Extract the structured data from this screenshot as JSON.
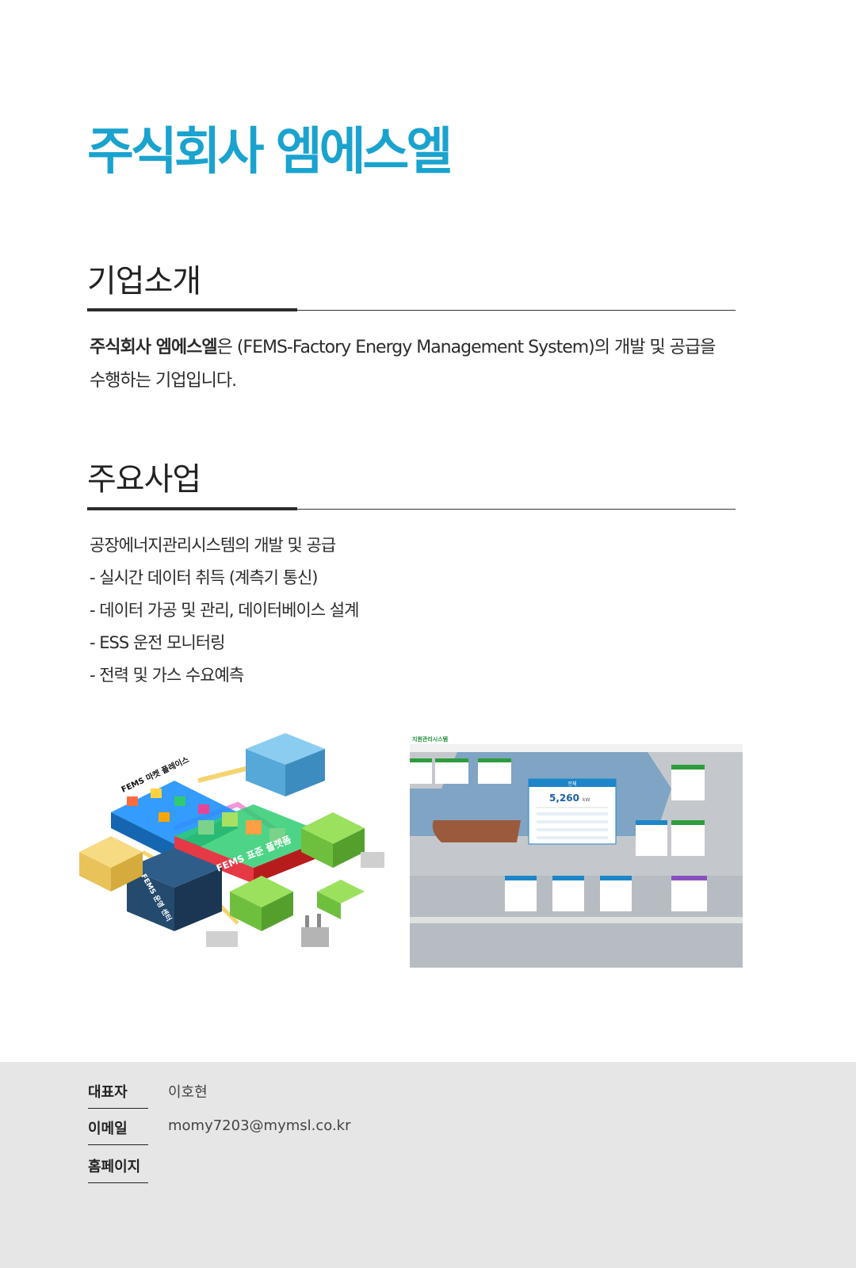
{
  "header": {
    "company_name": "주식회사 엠에스엘"
  },
  "about": {
    "title": "기업소개",
    "company_bold": "주식회사 엠에스엘",
    "text_line1": "은 (FEMS-Factory Energy Management System)의 개발 및 공급을",
    "text_line2": "수행하는 기업입니다."
  },
  "business": {
    "title": "주요사업",
    "items": [
      "공장에너지관리시스템의 개발 및 공급",
      "- 실시간 데이터 취득 (계측기 통신)",
      "- 데이터 가공 및 관리, 데이터베이스 설계",
      "- ESS 운전 모니터링",
      "- 전력 및 가스 수요예측"
    ]
  },
  "images": {
    "iso_labels": {
      "marketplace": "FEMS 마켓 플레이스",
      "platform": "FEMS 표준 플랫폼",
      "operation": "FEMS 운영 센터"
    },
    "dashboard": {
      "title": "지원관리시스템",
      "total_label": "전체",
      "total_value": "5,260",
      "total_unit": "kW"
    }
  },
  "footer": {
    "rows": [
      {
        "label": "대표자",
        "value": "이호현"
      },
      {
        "label": "이메일",
        "value": "momy7203@mymsl.co.kr"
      },
      {
        "label": "홈페이지",
        "value": ""
      }
    ]
  },
  "colors": {
    "accent": "#1aa3cf",
    "footer_bg": "#e6e6e6"
  }
}
